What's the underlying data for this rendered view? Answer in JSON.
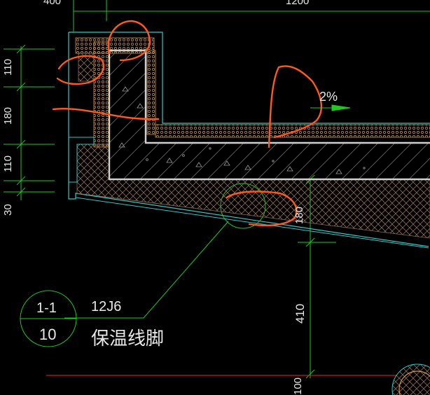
{
  "labels": {
    "dim_top_left": "400",
    "dim_top_right": "1200",
    "dim_left_110_a": "110",
    "dim_left_180": "180",
    "dim_left_110_b": "110",
    "dim_left_30": "30",
    "dim_right_180": "180",
    "dim_right_410": "410",
    "dim_bottom_right": "100",
    "slope": "2%",
    "bubble_top": "1-1",
    "bubble_bottom": "10",
    "ref_code": "12J6",
    "caption": "保温线脚"
  },
  "colors": {
    "background": "#000000",
    "dimension": "#21c621",
    "outline": "#36c6c6",
    "insulation": "#d49a4a",
    "slab_line": "#cfcfcf",
    "hatch": "#8a6b56",
    "concrete": "#9a9a9a",
    "markup": "#ff5a1e",
    "text": "#e8e8e8",
    "baseline": "#c0201a"
  }
}
